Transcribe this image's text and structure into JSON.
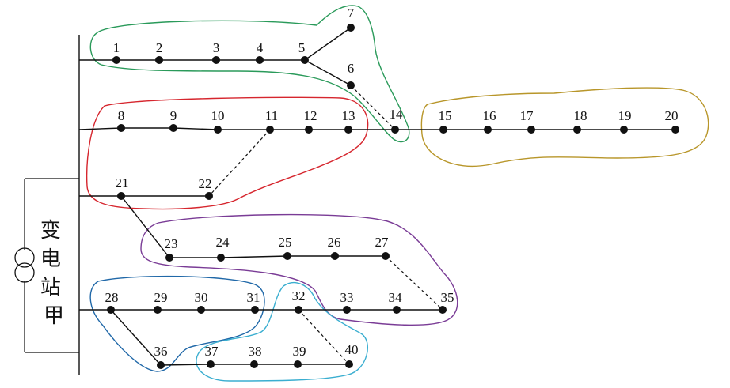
{
  "diagram": {
    "station_label": "变电站甲",
    "nodes": [
      {
        "id": "1",
        "label": "1"
      },
      {
        "id": "2",
        "label": "2"
      },
      {
        "id": "3",
        "label": "3"
      },
      {
        "id": "4",
        "label": "4"
      },
      {
        "id": "5",
        "label": "5"
      },
      {
        "id": "6",
        "label": "6"
      },
      {
        "id": "7",
        "label": "7"
      },
      {
        "id": "8",
        "label": "8"
      },
      {
        "id": "9",
        "label": "9"
      },
      {
        "id": "10",
        "label": "10"
      },
      {
        "id": "11",
        "label": "11"
      },
      {
        "id": "12",
        "label": "12"
      },
      {
        "id": "13",
        "label": "13"
      },
      {
        "id": "14",
        "label": "14"
      },
      {
        "id": "15",
        "label": "15"
      },
      {
        "id": "16",
        "label": "16"
      },
      {
        "id": "17",
        "label": "17"
      },
      {
        "id": "18",
        "label": "18"
      },
      {
        "id": "19",
        "label": "19"
      },
      {
        "id": "20",
        "label": "20"
      },
      {
        "id": "21",
        "label": "21"
      },
      {
        "id": "22",
        "label": "22"
      },
      {
        "id": "23",
        "label": "23"
      },
      {
        "id": "24",
        "label": "24"
      },
      {
        "id": "25",
        "label": "25"
      },
      {
        "id": "26",
        "label": "26"
      },
      {
        "id": "27",
        "label": "27"
      },
      {
        "id": "28",
        "label": "28"
      },
      {
        "id": "29",
        "label": "29"
      },
      {
        "id": "30",
        "label": "30"
      },
      {
        "id": "31",
        "label": "31"
      },
      {
        "id": "32",
        "label": "32"
      },
      {
        "id": "33",
        "label": "33"
      },
      {
        "id": "34",
        "label": "34"
      },
      {
        "id": "35",
        "label": "35"
      },
      {
        "id": "36",
        "label": "36"
      },
      {
        "id": "37",
        "label": "37"
      },
      {
        "id": "38",
        "label": "38"
      },
      {
        "id": "39",
        "label": "39"
      },
      {
        "id": "40",
        "label": "40"
      }
    ],
    "solid_lines": [
      [
        "bus",
        "1",
        "2",
        "3",
        "4",
        "5"
      ],
      [
        "5",
        "7"
      ],
      [
        "5",
        "6"
      ],
      [
        "bus",
        "8",
        "9",
        "10",
        "11",
        "12",
        "13",
        "14",
        "15",
        "16",
        "17",
        "18",
        "19",
        "20"
      ],
      [
        "bus",
        "21",
        "22"
      ],
      [
        "21",
        "23",
        "24",
        "25",
        "26",
        "27"
      ],
      [
        "bus",
        "28",
        "29",
        "30",
        "31",
        "32",
        "33",
        "34",
        "35"
      ],
      [
        "28",
        "36",
        "37",
        "38",
        "39",
        "40"
      ]
    ],
    "dashed_lines": [
      [
        "6",
        "14"
      ],
      [
        "11",
        "22"
      ],
      [
        "27",
        "35"
      ],
      [
        "32",
        "40"
      ]
    ],
    "regions": [
      {
        "id": "green-zone",
        "color": "#2a9a5a",
        "nodes": [
          "1",
          "2",
          "3",
          "4",
          "5",
          "6",
          "7",
          "14"
        ]
      },
      {
        "id": "red-zone",
        "color": "#d6262e",
        "nodes": [
          "8",
          "9",
          "10",
          "11",
          "12",
          "13",
          "21",
          "22"
        ]
      },
      {
        "id": "gold-zone",
        "color": "#b8962a",
        "nodes": [
          "15",
          "16",
          "17",
          "18",
          "19",
          "20"
        ]
      },
      {
        "id": "purple-zone",
        "color": "#7a3c96",
        "nodes": [
          "23",
          "24",
          "25",
          "26",
          "27",
          "33",
          "34",
          "35"
        ]
      },
      {
        "id": "blue-zone",
        "color": "#2068a8",
        "nodes": [
          "28",
          "29",
          "30",
          "31",
          "36"
        ]
      },
      {
        "id": "cyan-zone",
        "color": "#3aaed0",
        "nodes": [
          "32",
          "37",
          "38",
          "39",
          "40"
        ]
      }
    ]
  }
}
